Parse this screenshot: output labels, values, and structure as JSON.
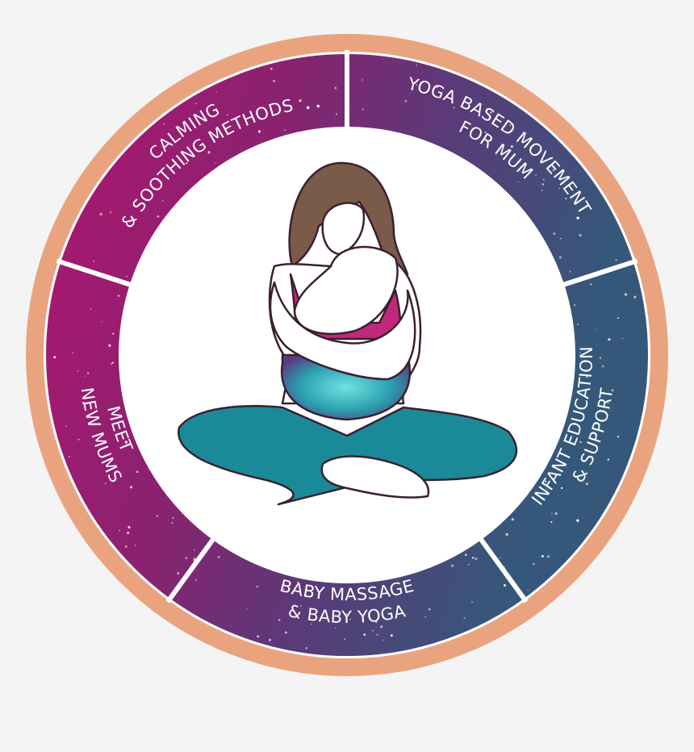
{
  "colors": {
    "background": "#f4f4f4",
    "copper_ring": "#e9a47f",
    "ring_magenta": "#b51a78",
    "ring_blue": "#35587a",
    "hair": "#7a5a48",
    "pants": "#1a8a99",
    "top": "#c2287a"
  },
  "segments": [
    {
      "name": "calming",
      "lines": [
        "CALMING",
        "& SOOTHING METHODS"
      ]
    },
    {
      "name": "yoga",
      "lines": [
        "YOGA BASED MOVEMENT",
        "FOR MUM"
      ]
    },
    {
      "name": "infant",
      "lines": [
        "INFANT EDUCATION",
        "& SUPPORT"
      ]
    },
    {
      "name": "massage",
      "lines": [
        "BABY MASSAGE",
        "& BABY YOGA"
      ]
    },
    {
      "name": "meet",
      "lines": [
        "MEET",
        "NEW MUMS"
      ]
    }
  ],
  "illustration": {
    "icon": "mother-holding-baby-icon"
  }
}
